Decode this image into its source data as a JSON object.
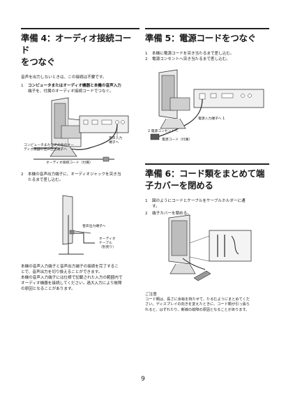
{
  "left": {
    "heading_line1": "準備 4：オーディオ接続コード",
    "heading_line2": "をつなぐ",
    "intro": "音声を出力しないときは、この接続は不要です。",
    "step1_num": "1",
    "step1_line1": "コンピュータまたはオーディオ機器と本機の音声入力",
    "step1_line2": "端子を、付属のオーディオ接続コードでつなぐ。",
    "fig1_label_audio_in": "音声入力",
    "fig1_label_audio_in2": "端子へ",
    "fig1_label_computer1": "コンピュータまたはその他のオー",
    "fig1_label_computer2": "ディオ機器の音声出力端子へ",
    "fig1_label_cable": "オーディオ接続コード（付属）",
    "step2_num": "2",
    "step2_line1": "本機の音声出力端子に、オーディオジャックを突き当",
    "step2_line2": "たるまで差し込む。",
    "fig2_label_out": "音声出力端子へ",
    "fig2_label_jack1": "オーディオ",
    "fig2_label_jack2": "ケーブル",
    "fig2_label_jack3": "（別売り）",
    "para1": "本機の音声入力端子と音声出力端子の接続を完了するこ",
    "para2": "とで、音声出力を切り換えることができます。",
    "para3": "本機の音声入力端子には仕様で記載された入力の範囲内で",
    "para4": "オーディオ機器を接続してください。過大入力により故障",
    "para5": "の原因となることがあります。"
  },
  "right": {
    "heading5": "準備 5：電源コードをつなぐ",
    "s1_num": "1",
    "s1_text": "本機に電源コードを突き当たるまで差し込む。",
    "s2_num": "2",
    "s2_text": "電源コンセントへ突き当たるまで差し込む。",
    "fig3_label1": "電源入力端子へ 1",
    "fig3_label2": "2 電源コンセントへ",
    "fig3_label3": "電源コード（付属）",
    "heading6_line1": "準備 6：コード類をまとめて端",
    "heading6_line2": "子カバーを閉める",
    "s6_1_num": "1",
    "s6_1_line1": "図のようにコードとケーブルをケーブルホルダーに通",
    "s6_1_line2": "す。",
    "s6_2_num": "2",
    "s6_2_text": "端子カバーを閉める。",
    "note_title": "ご注意",
    "note1": "コード類は、長さに余裕を持たせて、たるむようにまとめてくだ",
    "note2": "さい。ディスプレイの向きを変えたときに、コード類が引っ張ら",
    "note3": "れると、はずれたり、断線の故障の原因となることがあります。"
  },
  "page_number": "9"
}
